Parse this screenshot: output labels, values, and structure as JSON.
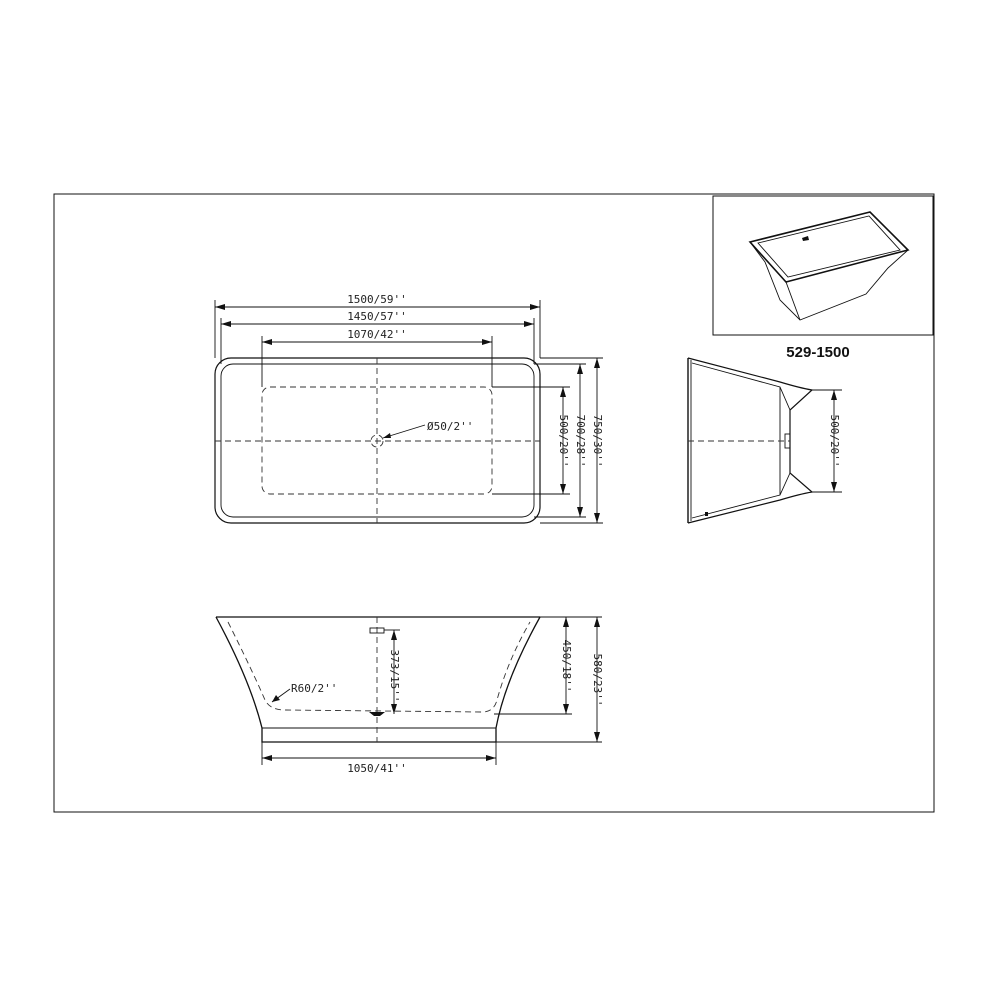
{
  "model_number": "529-1500",
  "top_view": {
    "overall_length": "1500/59''",
    "rim_length": "1450/57''",
    "floor_length": "1070/42''",
    "drain_diameter": "Ø50/2''",
    "floor_width": "500/20''",
    "rim_width": "700/28''",
    "overall_width": "750/30''"
  },
  "side_view": {
    "floor_width": "500/20''"
  },
  "front_view": {
    "drain_height": "373/15''",
    "inner_depth": "450/18''",
    "overall_height": "580/23''",
    "corner_radius": "R60/2''",
    "base_length": "1050/41''"
  }
}
